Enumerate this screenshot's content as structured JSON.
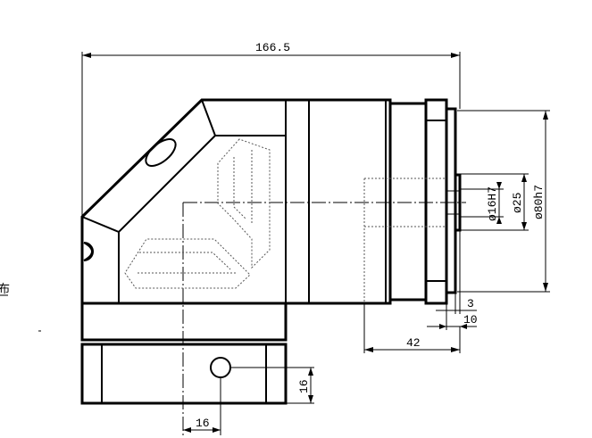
{
  "drawing": {
    "dimensions": {
      "overall_length": "166.5",
      "bore_diameter": "ø16H7",
      "pilot_diameter": "ø25",
      "flange_diameter": "ø80h7",
      "pilot_height": "3",
      "flange_thickness": "10",
      "shaft_depth": "42",
      "hole_height": "16",
      "hole_offset": "16"
    },
    "margin_note": "布"
  }
}
